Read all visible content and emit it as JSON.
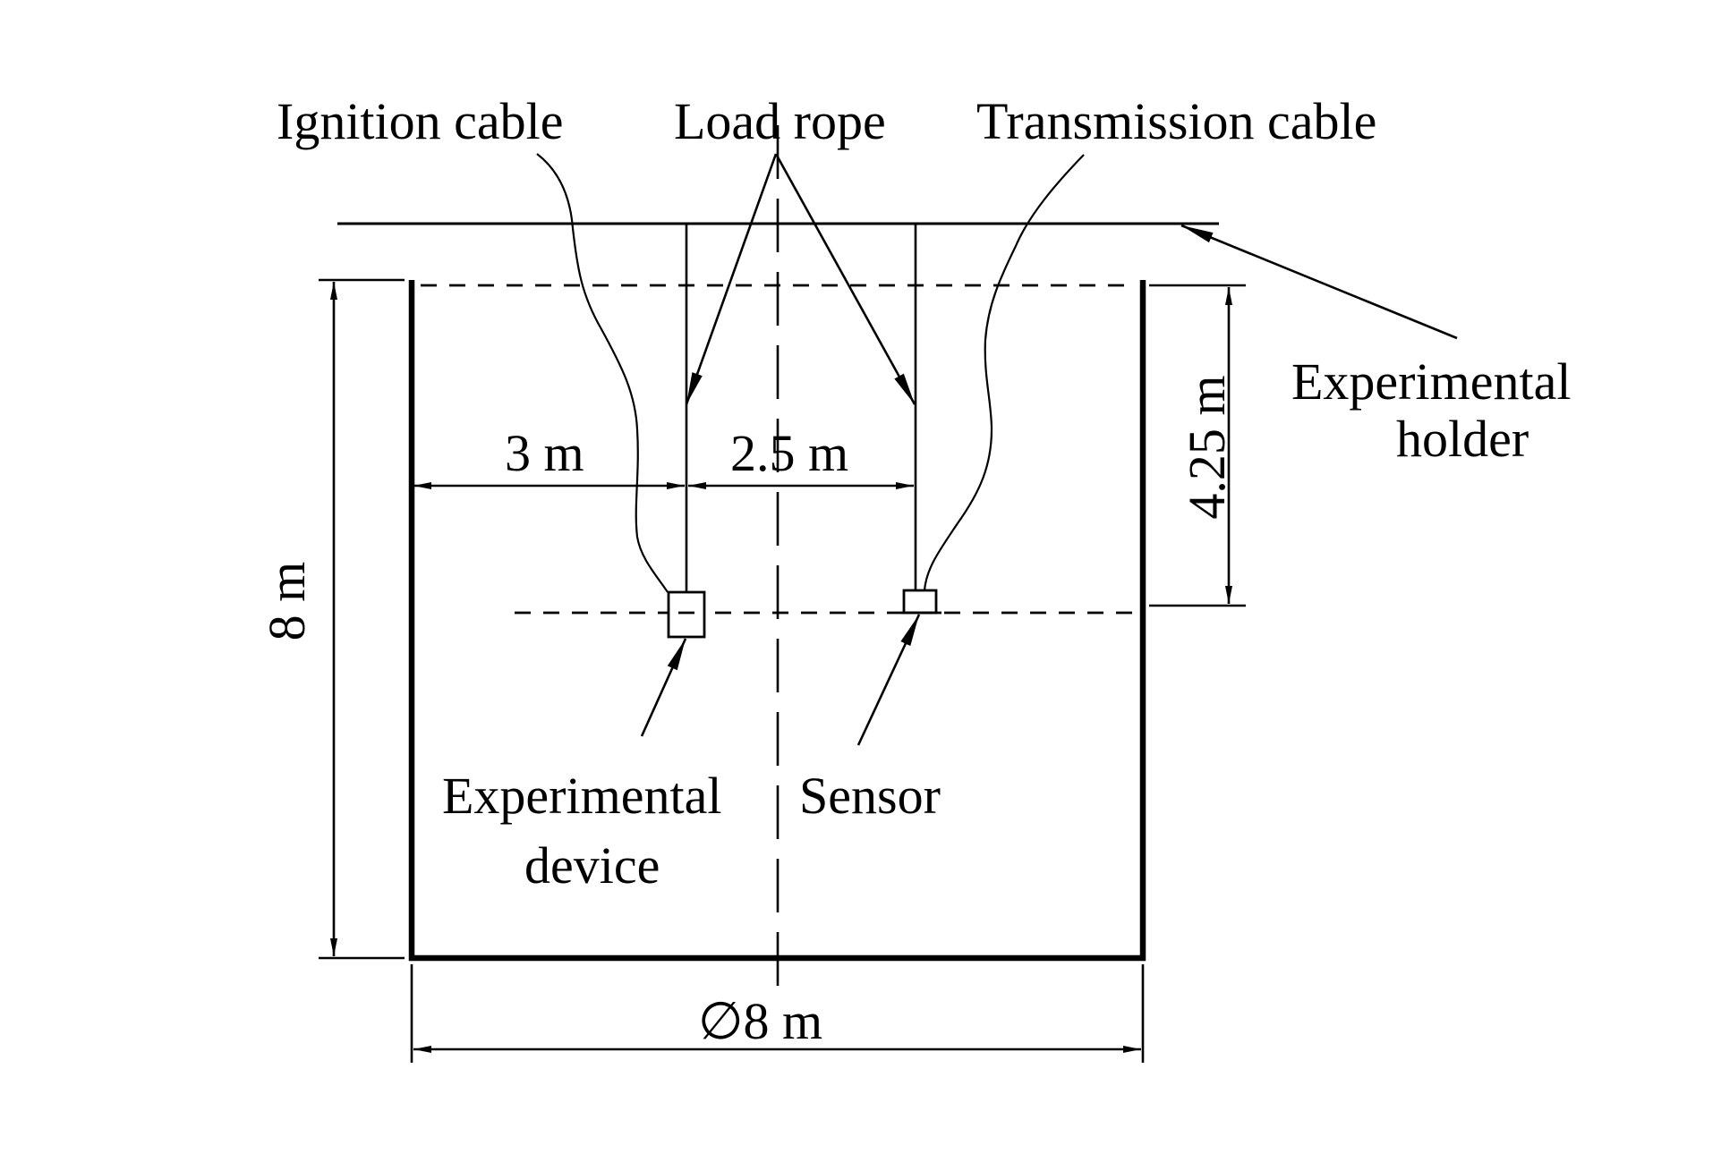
{
  "diagram": {
    "labels": {
      "ignition_cable": "Ignition cable",
      "load_rope": "Load rope",
      "transmission_cable": "Transmission cable",
      "holder_line1": "Experimental",
      "holder_line2": "holder",
      "device_line1": "Experimental",
      "device_line2": "device",
      "sensor": "Sensor"
    },
    "dimensions": {
      "tank_height": "8 m",
      "tank_diameter": "∅8 m",
      "immersion_depth": "4.25 m",
      "wall_to_device": "3 m",
      "device_to_sensor": "2.5 m"
    },
    "colors": {
      "line": "#000000",
      "background": "#ffffff"
    }
  }
}
